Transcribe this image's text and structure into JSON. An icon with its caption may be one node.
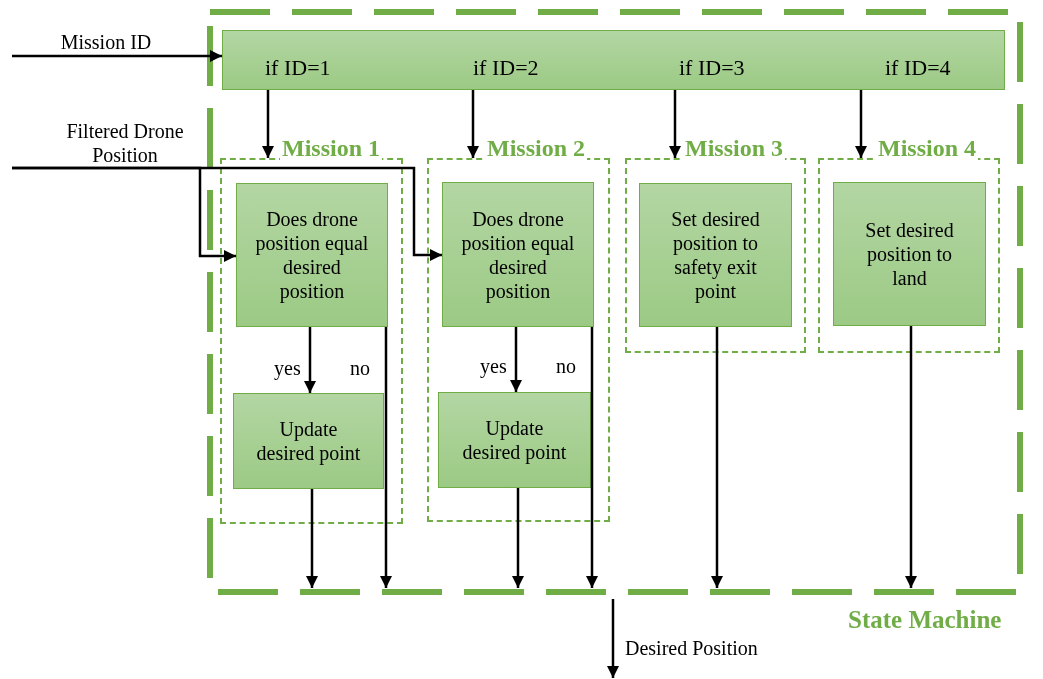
{
  "diagram": {
    "nodes": [
      {
        "text": [
          "Mission ID"
        ]
      },
      {
        "text": [
          "Filtered Drone Position"
        ]
      },
      {
        "text": [
          "State Machine"
        ]
      },
      {
        "text": [
          "if ID=1",
          "if ID=2",
          "if ID=3",
          "if ID=4"
        ],
        "in": 2
      },
      {
        "text": [
          "Mission 1"
        ],
        "in": 2
      },
      {
        "text": [
          "Does drone position equal desired position"
        ],
        "in": 4
      },
      {
        "text": [
          "Update desired point"
        ],
        "in": 4
      },
      {
        "text": [
          "Mission 2"
        ],
        "in": 2
      },
      {
        "text": [
          "Does drone position equal desired position"
        ],
        "in": 7
      },
      {
        "text": [
          "Update desired point"
        ],
        "in": 7
      },
      {
        "text": [
          "Mission 3"
        ],
        "in": 2
      },
      {
        "text": [
          "Set desired position to safety exit point"
        ],
        "in": 10
      },
      {
        "text": [
          "Mission 4"
        ],
        "in": 2
      },
      {
        "text": [
          "Set desired position to land"
        ],
        "in": 12
      }
    ],
    "edges": [
      {
        "from": 0,
        "to": 3,
        "arrow": "to"
      },
      {
        "from": 1,
        "to": 5,
        "arrow": "to"
      },
      {
        "from": 1,
        "to": 8,
        "arrow": "to"
      },
      {
        "from": 3,
        "to": 4,
        "arrow": "to"
      },
      {
        "from": 3,
        "to": 7,
        "arrow": "to"
      },
      {
        "from": 3,
        "to": 10,
        "arrow": "to"
      },
      {
        "from": 3,
        "to": 12,
        "arrow": "to"
      },
      {
        "from": 5,
        "to": 6,
        "arrow": "to",
        "label": "yes"
      },
      {
        "from": 5,
        "to": 2,
        "arrow": "to",
        "label": "no"
      },
      {
        "from": 6,
        "to": 2,
        "arrow": "to"
      },
      {
        "from": 8,
        "to": 9,
        "arrow": "to",
        "label": "yes"
      },
      {
        "from": 8,
        "to": 2,
        "arrow": "to",
        "label": "no"
      },
      {
        "from": 9,
        "to": 2,
        "arrow": "to"
      },
      {
        "from": 11,
        "to": 2,
        "arrow": "to"
      },
      {
        "from": 13,
        "to": 2,
        "arrow": "to"
      },
      {
        "from": 2,
        "to": null,
        "arrow": "to",
        "label": "Desired Position"
      }
    ]
  }
}
